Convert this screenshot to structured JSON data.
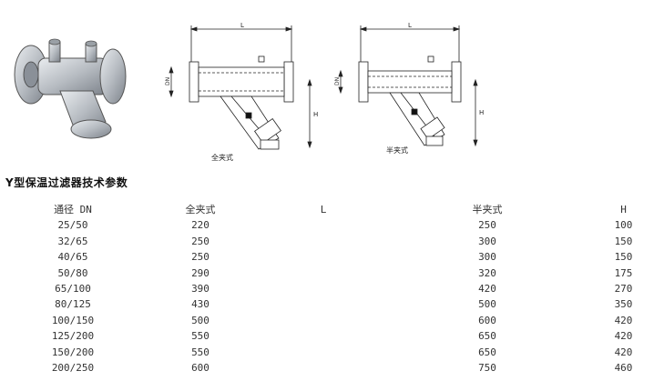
{
  "captions": {
    "full": "全夹式",
    "half": "半夹式"
  },
  "dims": {
    "L": "L",
    "H": "H",
    "DN": "DN"
  },
  "title": "Y型保温过滤器技术参数",
  "table": {
    "headers": [
      "通径 DN",
      "全夹式",
      "L",
      "半夹式",
      "H"
    ],
    "rows": [
      [
        "25/50",
        "220",
        "",
        "250",
        "100"
      ],
      [
        "32/65",
        "250",
        "",
        "300",
        "150"
      ],
      [
        "40/65",
        "250",
        "",
        "300",
        "150"
      ],
      [
        "50/80",
        "290",
        "",
        "320",
        "175"
      ],
      [
        "65/100",
        "390",
        "",
        "420",
        "270"
      ],
      [
        "80/125",
        "430",
        "",
        "500",
        "350"
      ],
      [
        "100/150",
        "500",
        "",
        "600",
        "420"
      ],
      [
        "125/200",
        "550",
        "",
        "650",
        "420"
      ],
      [
        "150/200",
        "550",
        "",
        "650",
        "420"
      ],
      [
        "200/250",
        "600",
        "",
        "750",
        "460"
      ]
    ]
  }
}
